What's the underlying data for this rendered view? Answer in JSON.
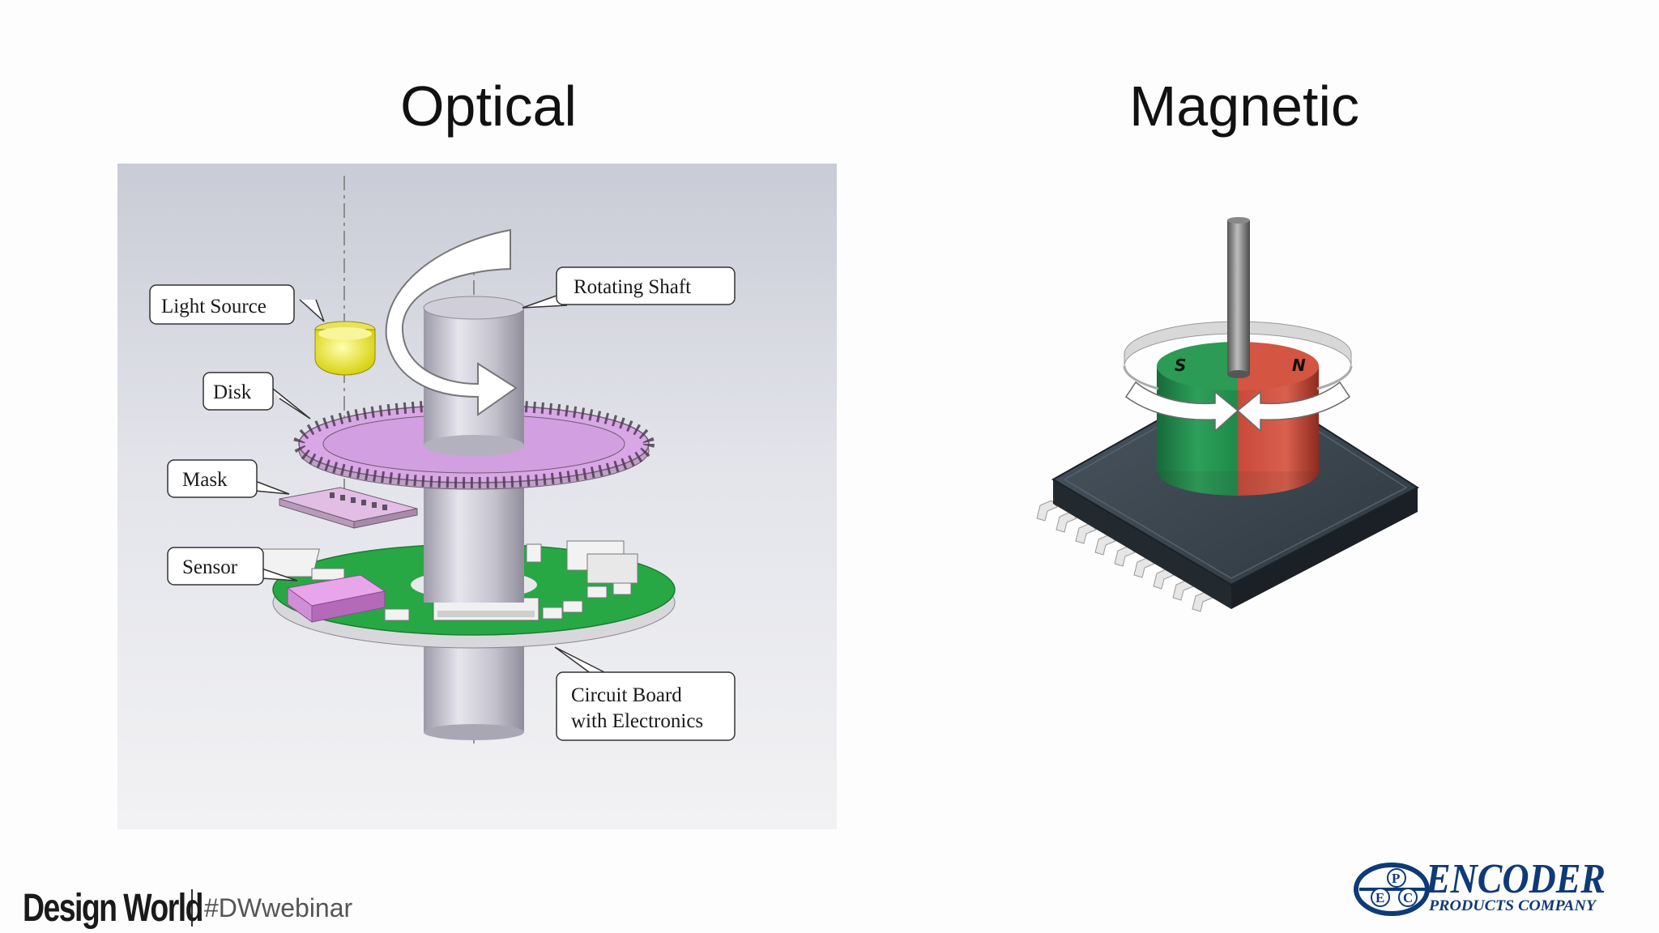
{
  "titles": {
    "optical": "Optical",
    "magnetic": "Magnetic"
  },
  "optical": {
    "labels": {
      "light_source": "Light Source",
      "rotating_shaft": "Rotating Shaft",
      "disk": "Disk",
      "mask": "Mask",
      "sensor": "Sensor",
      "circuit_board_line1": "Circuit Board",
      "circuit_board_line2": "with Electronics"
    }
  },
  "magnetic": {
    "pole_south": "S",
    "pole_north": "N"
  },
  "footer": {
    "brand": "Design World",
    "hashtag": "#DWwebinar"
  },
  "epc_logo": {
    "monogram_p": "P",
    "monogram_e": "E",
    "monogram_c": "C",
    "name": "ENCODER",
    "tagline": "PRODUCTS COMPANY"
  },
  "colors": {
    "disk": "#d9a6e6",
    "board": "#27a845",
    "light_source": "#f2f02a",
    "magnet_south": "#1f8a4a",
    "magnet_north": "#c43a2e",
    "chip": "#3a4650",
    "brand_blue": "#0f3a78"
  }
}
